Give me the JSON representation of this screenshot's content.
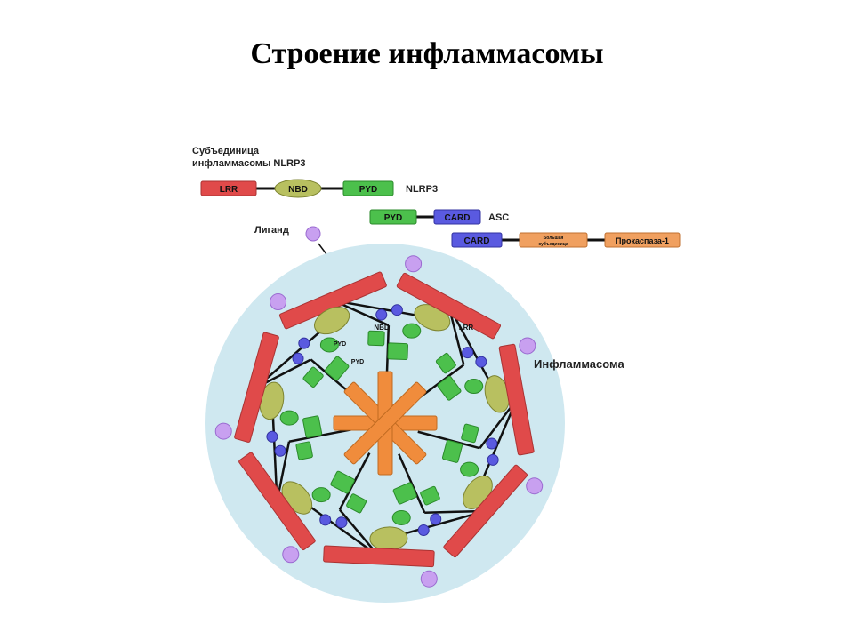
{
  "title": "Строение инфламмасомы",
  "subunit_label_line1": "Субъединица",
  "subunit_label_line2": "инфламмасомы NLRP3",
  "legend": {
    "lrr": "LRR",
    "nbd": "NBD",
    "pyd": "PYD",
    "nlrp3": "NLRP3",
    "asc_pyd": "PYD",
    "asc_card": "CARD",
    "asc": "ASC",
    "casp_card": "CARD",
    "large_subunit_line1": "Большая",
    "large_subunit_line2": "субъединица",
    "procaspase": "Прокаспаза-1"
  },
  "ligand_label": "Лиганд",
  "inflammasome_label": "Инфламмасома",
  "inner_labels": {
    "nbd": "NBD",
    "lrr": "LRR",
    "pyd_a": "PYD",
    "pyd_b": "PYD"
  },
  "colors": {
    "lrr": "#e04a4a",
    "nbd": "#b8c060",
    "pyd": "#4cc04c",
    "card": "#5a5ae0",
    "orange": "#f0a060",
    "ligand": "#c8a0f0",
    "complex_bg": "#cfe8f0",
    "hub": "#f08c3c"
  }
}
